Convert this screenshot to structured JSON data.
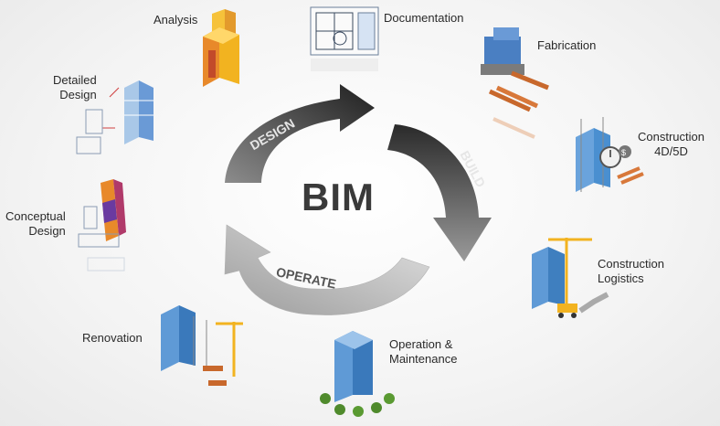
{
  "center": {
    "title": "BIM"
  },
  "cycle": {
    "design": "DESIGN",
    "build": "BUILD",
    "operate": "OPERATE"
  },
  "stages": {
    "analysis": "Analysis",
    "documentation": "Documentation",
    "fabrication": "Fabrication",
    "construction_4d5d": "Construction\n4D/5D",
    "construction_logistics": "Construction\nLogistics",
    "operation_maintenance": "Operation &\nMaintenance",
    "renovation": "Renovation",
    "conceptual_design": "Conceptual\nDesign",
    "detailed_design": "Detailed\nDesign"
  },
  "colors": {
    "arrow_dark": "#2f2f2f",
    "arrow_mid": "#6a6a6a",
    "arrow_light": "#bdbdbd",
    "building_blue": "#4a8fd0",
    "orange": "#e8892a",
    "crane_yellow": "#f2b320"
  }
}
